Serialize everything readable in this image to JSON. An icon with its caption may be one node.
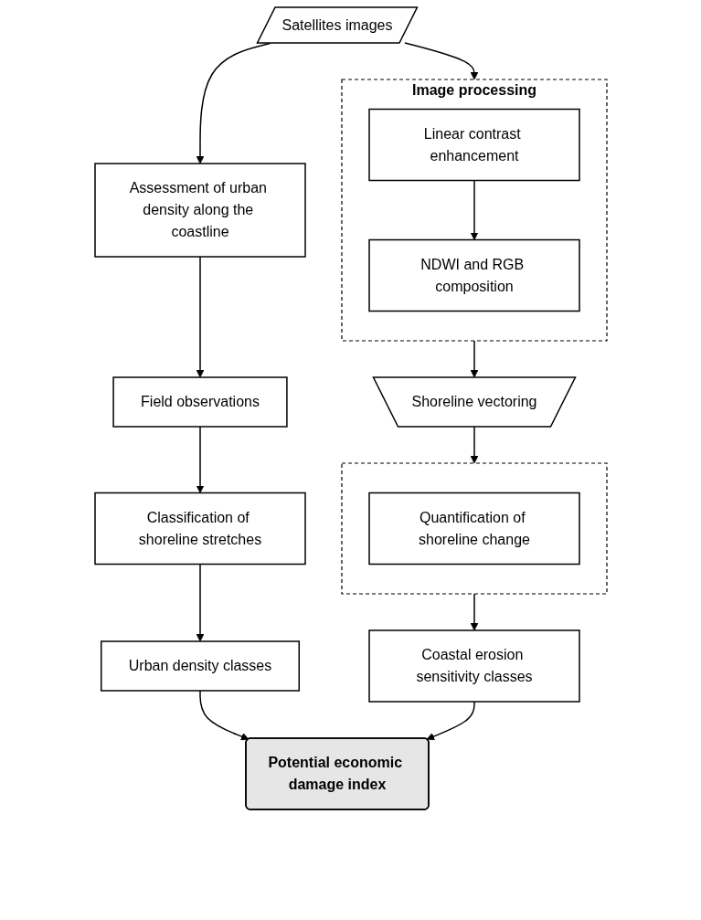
{
  "diagram": {
    "nodes": [
      {
        "text": [
          "Satellites images"
        ]
      },
      {
        "text": [
          "Image processing"
        ]
      },
      {
        "text": [
          "Linear contrast enhancement"
        ],
        "in": 1
      },
      {
        "text": [
          "NDWI and RGB composition"
        ],
        "in": 1
      },
      {
        "text": [
          "Assessment of urban density along the coastline"
        ]
      },
      {
        "text": [
          "Field observations"
        ]
      },
      {
        "text": [
          "Classification of shoreline stretches"
        ]
      },
      {
        "text": [
          "Shoreline vectoring"
        ]
      },
      {
        "text": [],
        "shape": "box"
      },
      {
        "text": [
          "Quantification of shoreline change"
        ],
        "in": 8
      },
      {
        "text": [
          "Urban density classes"
        ]
      },
      {
        "text": [
          "Coastal erosion sensitivity classes"
        ]
      },
      {
        "text": [
          "Potential economic damage index"
        ]
      }
    ],
    "edges": [
      {
        "from": 0,
        "to": 1,
        "arrow": "to"
      },
      {
        "from": 0,
        "to": 4,
        "arrow": "to"
      },
      {
        "from": 2,
        "to": 3,
        "arrow": "to"
      },
      {
        "from": 1,
        "to": 7,
        "arrow": "to"
      },
      {
        "from": 4,
        "to": 5,
        "arrow": "to"
      },
      {
        "from": 5,
        "to": 6,
        "arrow": "to"
      },
      {
        "from": 6,
        "to": 10,
        "arrow": "to"
      },
      {
        "from": 7,
        "to": 8,
        "arrow": "to"
      },
      {
        "from": 8,
        "to": 11,
        "arrow": "to"
      },
      {
        "from": 10,
        "to": 12,
        "arrow": "to"
      },
      {
        "from": 11,
        "to": 12,
        "arrow": "to"
      }
    ]
  }
}
